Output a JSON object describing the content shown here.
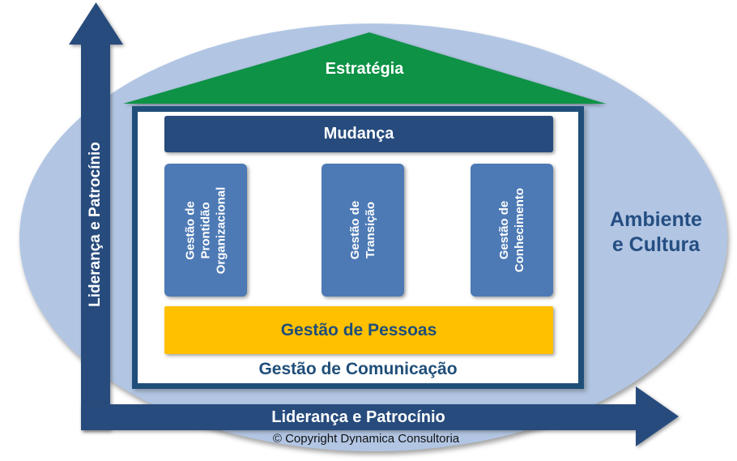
{
  "diagram": {
    "roof_label": "Estratégia",
    "beam_label": "Mudança",
    "pillars": [
      {
        "label": "Gestão de Prontidão\nOrganizacional"
      },
      {
        "label": "Gestão de\nTransição"
      },
      {
        "label": "Gestão de\nConhecimento"
      }
    ],
    "people_label": "Gestão de Pessoas",
    "communication_label": "Gestão de Comunicação",
    "left_arrow_label": "Liderança e Patrocínio",
    "bottom_arrow_label": "Liderança e Patrocínio",
    "environment_label": "Ambiente\ne Cultura",
    "copyright": "© Copyright Dynamica Consultoria",
    "colors": {
      "navy": "#274B7D",
      "house_border": "#1F4E79",
      "pillar_blue": "#4D7AB5",
      "roof_green": "#0E9246",
      "people_yellow": "#FFC000",
      "ellipse_light_blue": "#B2C6E4",
      "dark_blue_text": "#254E82"
    }
  }
}
